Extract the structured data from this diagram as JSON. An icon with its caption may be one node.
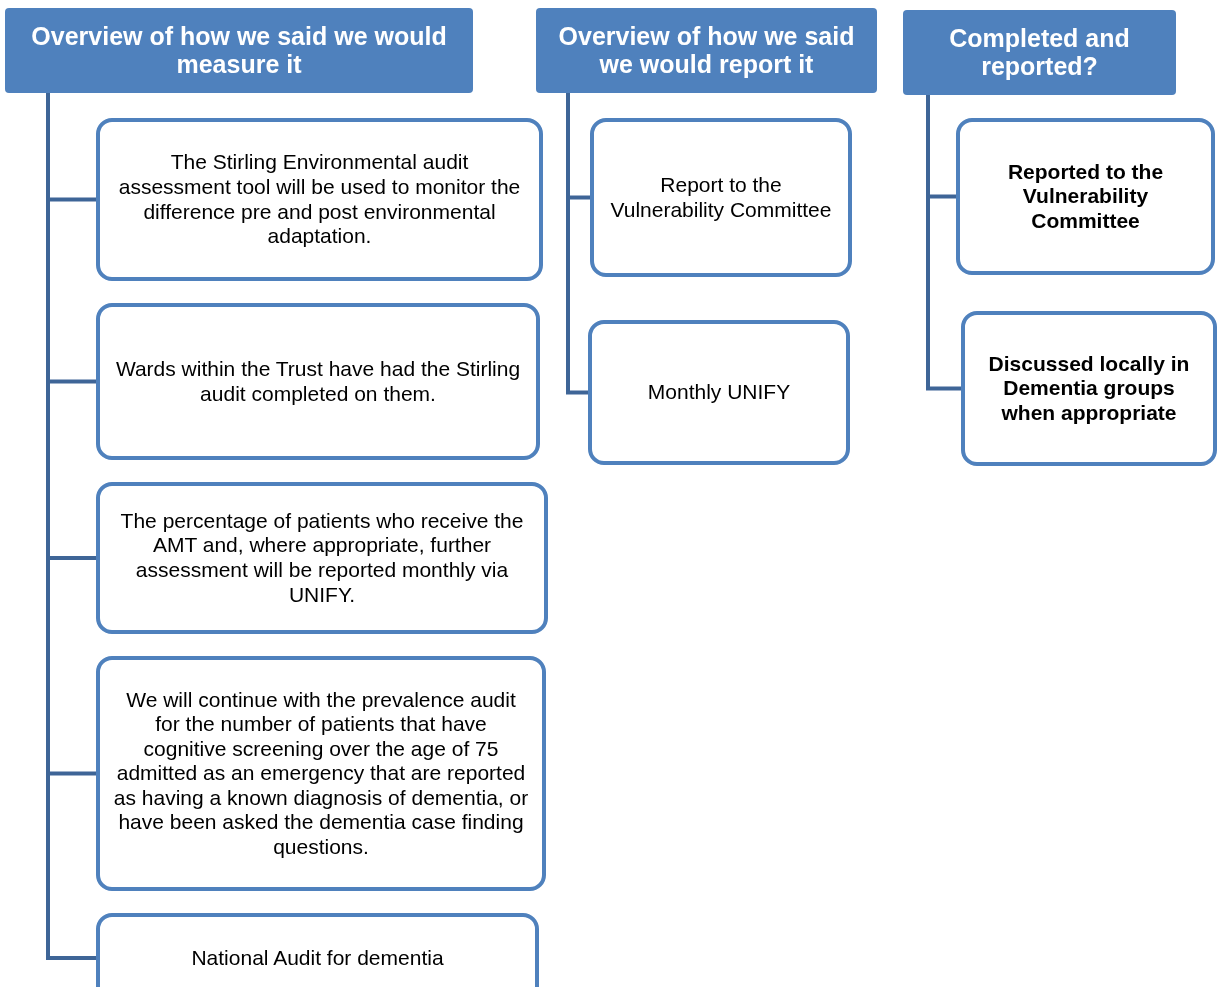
{
  "diagram": {
    "nodes": [
      {
        "text": [
          "Overview of how we said we would measure it"
        ]
      },
      {
        "text": [
          "Overview of how we said we would report it"
        ]
      },
      {
        "text": [
          "Completed and reported?"
        ]
      },
      {
        "text": [
          "The Stirling Environmental audit assessment tool will be used to monitor the difference pre and post environmental adaptation."
        ]
      },
      {
        "text": [
          "Wards within the Trust have had the Stirling audit completed on them."
        ]
      },
      {
        "text": [
          "The percentage of patients who receive the AMT and, where appropriate, further assessment will be reported monthly via UNIFY."
        ]
      },
      {
        "text": [
          "We will continue with the prevalence audit for the number of patients that have cognitive screening over the age of 75 admitted as an emergency that are reported as having a known diagnosis of dementia, or have been asked the dementia case finding questions."
        ]
      },
      {
        "text": [
          "National Audit for dementia"
        ]
      },
      {
        "text": [
          "Report to the Vulnerability Committee"
        ]
      },
      {
        "text": [
          "Monthly UNIFY"
        ]
      },
      {
        "text": [
          "Reported to the Vulnerability Committee"
        ]
      },
      {
        "text": [
          "Discussed locally in Dementia groups when appropriate"
        ]
      }
    ],
    "edges": [
      {
        "from": 0,
        "to": 3,
        "arrow": "none"
      },
      {
        "from": 0,
        "to": 4,
        "arrow": "none"
      },
      {
        "from": 0,
        "to": 5,
        "arrow": "none"
      },
      {
        "from": 0,
        "to": 6,
        "arrow": "none"
      },
      {
        "from": 0,
        "to": 7,
        "arrow": "none"
      },
      {
        "from": 1,
        "to": 8,
        "arrow": "none"
      },
      {
        "from": 1,
        "to": 9,
        "arrow": "none"
      },
      {
        "from": 2,
        "to": 10,
        "arrow": "none"
      },
      {
        "from": 2,
        "to": 11,
        "arrow": "none"
      }
    ]
  }
}
